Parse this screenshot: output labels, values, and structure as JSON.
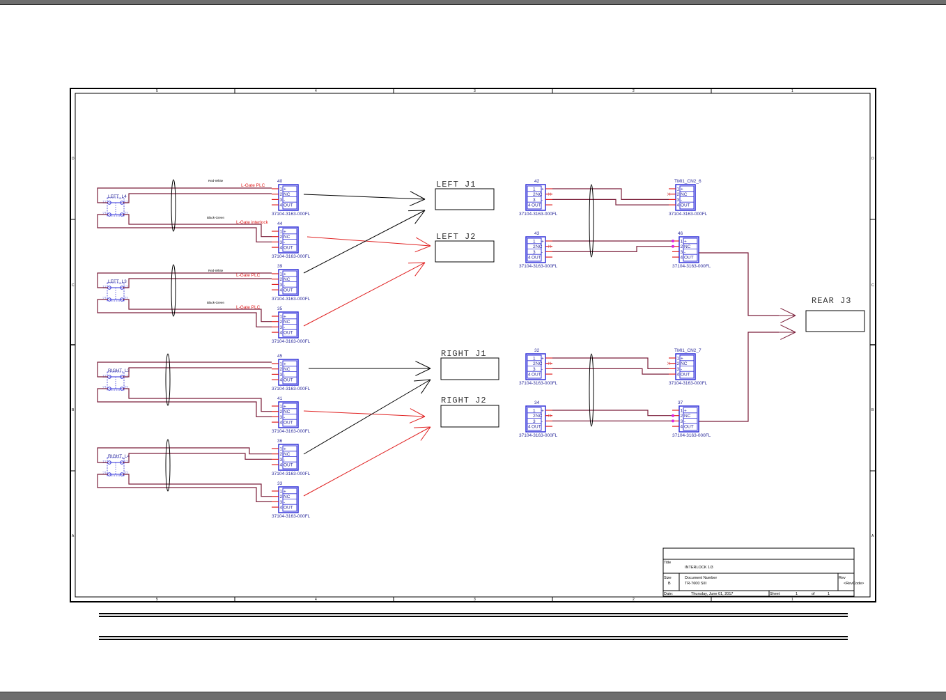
{
  "frame": {
    "columns": [
      "5",
      "4",
      "3",
      "2",
      "1"
    ],
    "rows": [
      "D",
      "C",
      "B",
      "A"
    ]
  },
  "colors": {
    "wire": "#7b1f3a",
    "signal": "#e02020",
    "part": "#3030d8",
    "part_text": "#2a2a9a",
    "junction": "#e020e0"
  },
  "switches": [
    {
      "name": "LEFT_L4",
      "pins": [
        "11",
        "12",
        "21",
        "22"
      ]
    },
    {
      "name": "LEFT_L3",
      "pins": [
        "11",
        "12",
        "21",
        "22"
      ]
    },
    {
      "name": "RIGHT_L3",
      "pins": [
        "11",
        "12",
        "21",
        "22"
      ]
    },
    {
      "name": "RIGHT_L4",
      "pins": [
        "11",
        "12",
        "21",
        "22"
      ]
    }
  ],
  "wire_labels": [
    {
      "cable": "Red-White",
      "signal": "L-Gate PLC"
    },
    {
      "cable": "Black-Green",
      "signal": "L-Gate interlock"
    },
    {
      "cable": "Red-White",
      "signal": "L-Gate PLC"
    },
    {
      "cable": "Black-Green",
      "signal": "L-Gate PLC"
    }
  ],
  "pin_numbers": [
    "1",
    "2",
    "3",
    "4"
  ],
  "pin_names": [
    "+",
    "NC",
    "-",
    "OUT"
  ],
  "part_number": "37104-3163-000FL",
  "left_connectors": [
    "40",
    "44",
    "39",
    "35",
    "45",
    "41",
    "36",
    "33"
  ],
  "mid_connectors": [
    "42",
    "43",
    "32",
    "34"
  ],
  "right_connectors": [
    "TMI1_CN2_6",
    "46",
    "TMI1_CN2_7",
    "37"
  ],
  "jacks": [
    "LEFT J1",
    "LEFT J2",
    "RIGHT J1",
    "RIGHT J2",
    "REAR J3"
  ],
  "title_block": {
    "title_label": "Title",
    "title": "INTERLOCK 1/3",
    "size_label": "Size",
    "size": "B",
    "docnum_label": "Document Number",
    "docnum": "TR-7600 SIII",
    "rev_label": "Rev",
    "rev": "<RevCode>",
    "date_label": "Date:",
    "date": "Thursday, June 01, 2017",
    "sheet_label": "Sheet",
    "sheet": "1",
    "of_label": "of",
    "sheets": "1"
  }
}
